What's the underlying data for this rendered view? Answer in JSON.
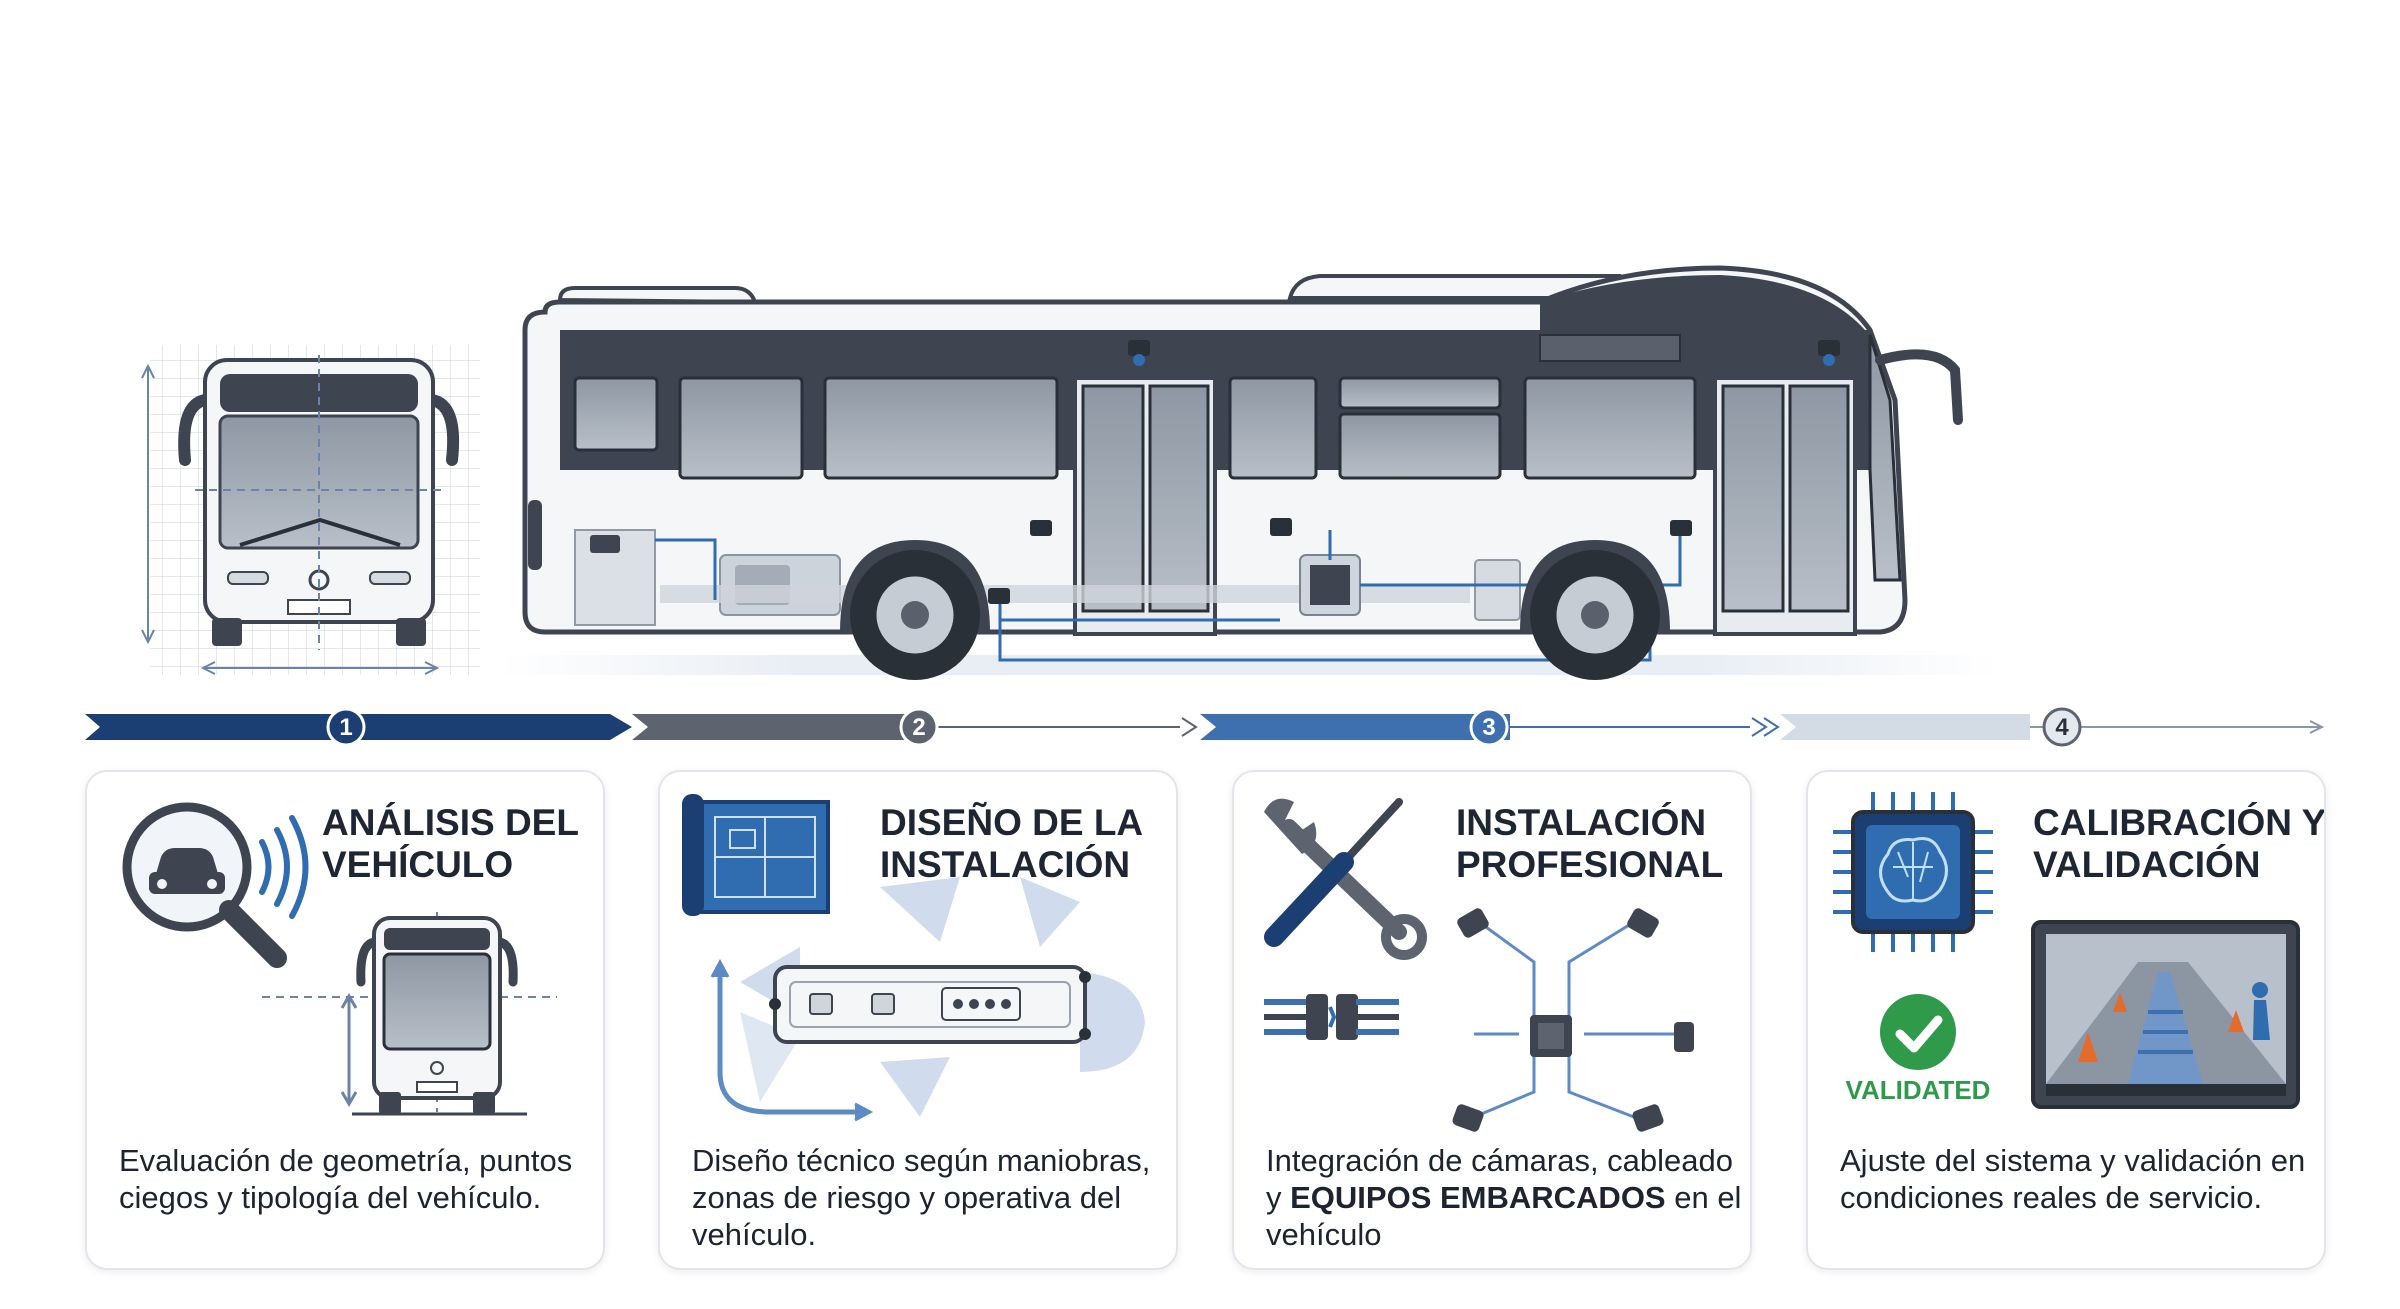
{
  "steps": [
    {
      "number": "1",
      "title": "ANÁLISIS DEL VEHÍCULO",
      "description": "Evaluación de geometría, puntos ciegos y tipología del vehículo.",
      "icon": "magnifier-car-icon",
      "color": "#1c3f73"
    },
    {
      "number": "2",
      "title": "DISEÑO DE LA INSTALACIÓN",
      "description": "Diseño técnico según maniobras, zonas de riesgo y operativa del vehículo.",
      "icon": "blueprint-icon",
      "color": "#5d6470"
    },
    {
      "number": "3",
      "title": "INSTALACIÓN PROFESIONAL",
      "description_pre": "Integración de cámaras, cableado y ",
      "description_bold": "EQUIPOS EMBARCADOS",
      "description_post": " en el vehículo",
      "icon": "wrench-screwdriver-icon",
      "color": "#3e6fae"
    },
    {
      "number": "4",
      "title": "CALIBRACIÓN Y VALIDACIÓN",
      "description": "Ajuste del sistema y validación en condiciones reales de servicio.",
      "icon": "ai-chip-icon",
      "badge": "VALIDATED",
      "color": "#b9c6d6"
    }
  ],
  "colors": {
    "validated_green": "#2e9a4a",
    "bus_dark": "#3e4550",
    "accent_blue": "#2f6cb0"
  }
}
